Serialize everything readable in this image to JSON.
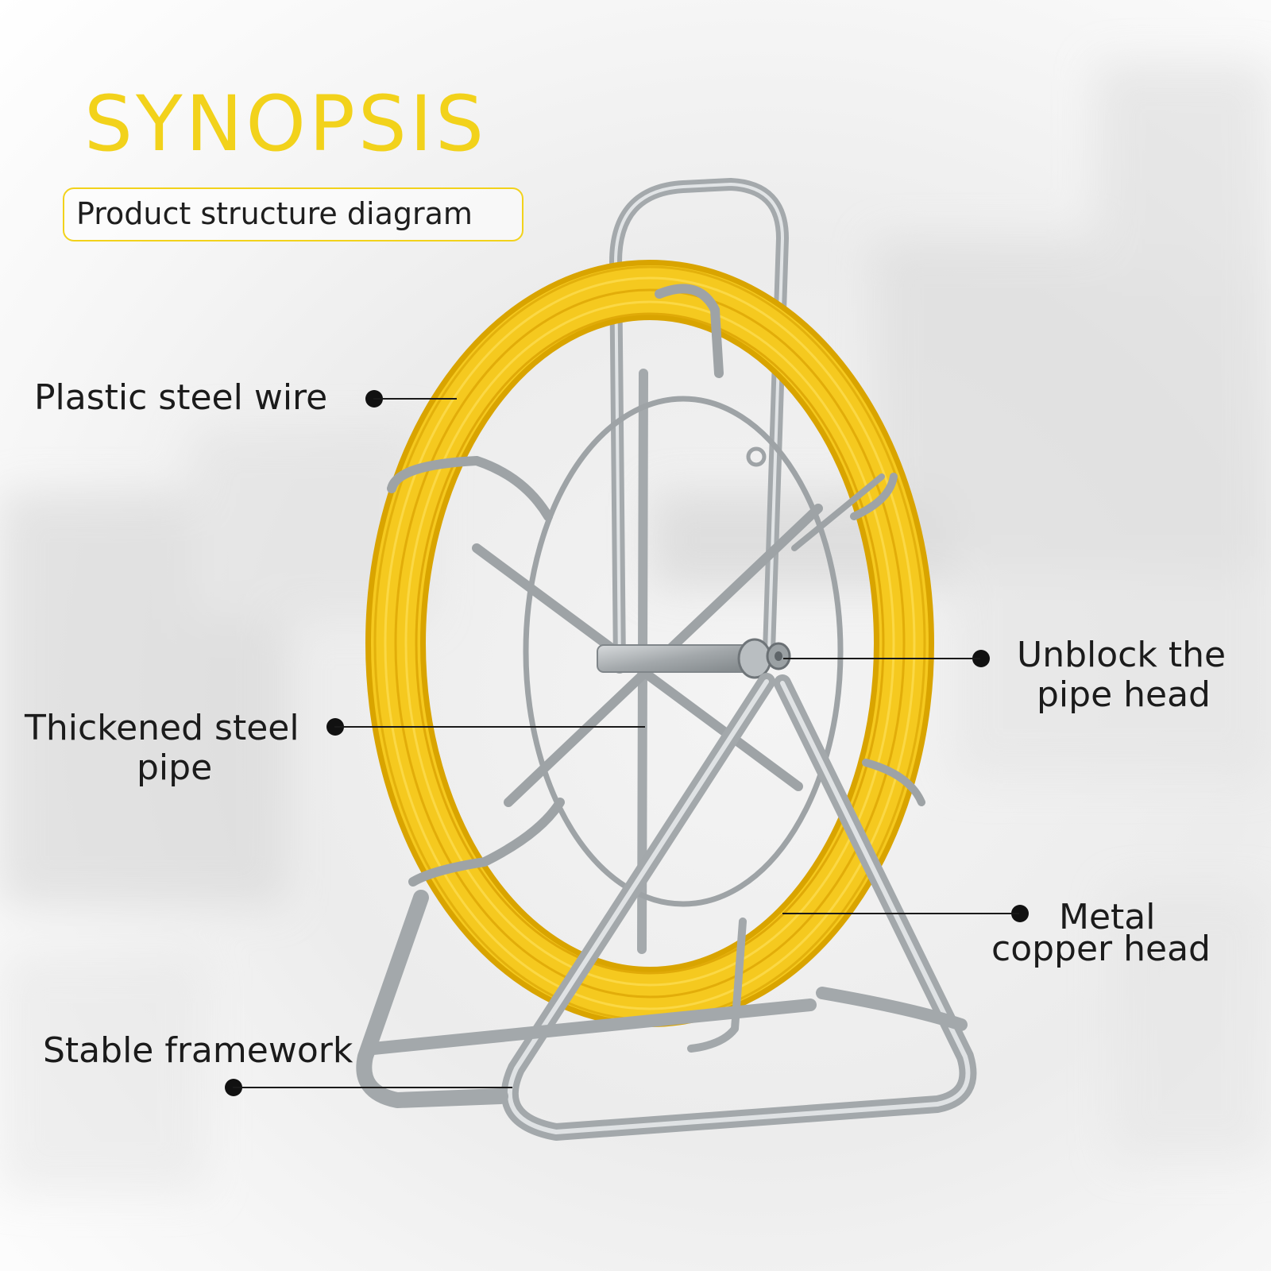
{
  "header": {
    "title": "SYNOPSIS",
    "subtitle": "Product structure diagram"
  },
  "callouts": {
    "plastic_steel_wire": "Plastic steel wire",
    "thickened_steel_pipe_line1": "Thickened steel",
    "thickened_steel_pipe_line2": "pipe",
    "stable_framework": "Stable framework",
    "unblock_pipe_head_line1": "Unblock the",
    "unblock_pipe_head_line2": "pipe head",
    "metal_copper_head_line1": "Metal",
    "metal_copper_head_line2": "copper head"
  },
  "colors": {
    "accent_yellow": "#f2d21b",
    "coil_yellow": "#f4c21a",
    "frame_steel": "#a9adb0",
    "text_dark": "#1b1b1b"
  }
}
